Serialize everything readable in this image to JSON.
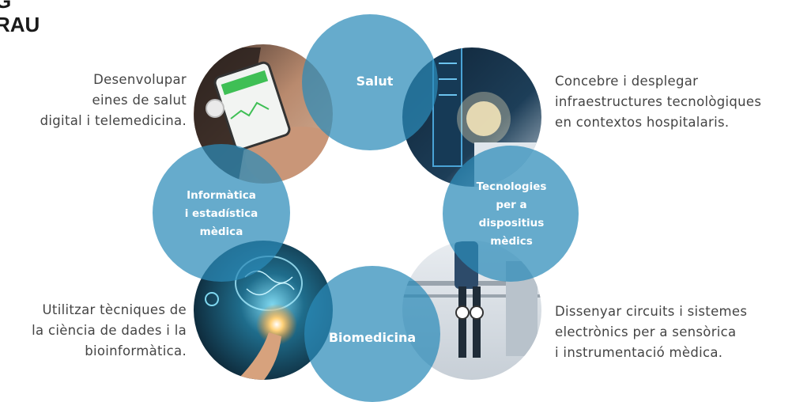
{
  "heading": {
    "line1": "G",
    "line2": "RAU"
  },
  "colors": {
    "circle_blue": "#2b8ab8",
    "text": "#444444"
  },
  "circles": [
    {
      "id": "salut",
      "lines": [
        "Salut"
      ]
    },
    {
      "id": "tecnologies",
      "lines": [
        "Tecnologies",
        "per a",
        "dispositius",
        "mèdics"
      ]
    },
    {
      "id": "biomedicina",
      "lines": [
        "Biomedicina"
      ]
    },
    {
      "id": "informatica",
      "lines": [
        "Informàtica",
        "i estadística",
        "mèdica"
      ]
    }
  ],
  "photos": [
    {
      "id": "telemedicine",
      "icon": "smartphone-health-app-photo"
    },
    {
      "id": "hospital",
      "icon": "hospital-monitor-photo"
    },
    {
      "id": "exoskeleton",
      "icon": "exoskeleton-walking-photo"
    },
    {
      "id": "ai-brain",
      "icon": "digital-brain-photo"
    }
  ],
  "descriptions": {
    "top_left": [
      "Desenvolupar",
      "eines de salut",
      "digital i telemedicina."
    ],
    "top_right": [
      "Concebre i desplegar",
      "infraestructures tecnològiques",
      "en contextos hospitalaris."
    ],
    "bottom_left": [
      "Utilitzar tècniques de",
      "la ciència de dades i la",
      "bioinformàtica."
    ],
    "bottom_right": [
      "Dissenyar circuits i sistemes",
      "electrònics per a sensòrica",
      "i instrumentació mèdica."
    ]
  }
}
